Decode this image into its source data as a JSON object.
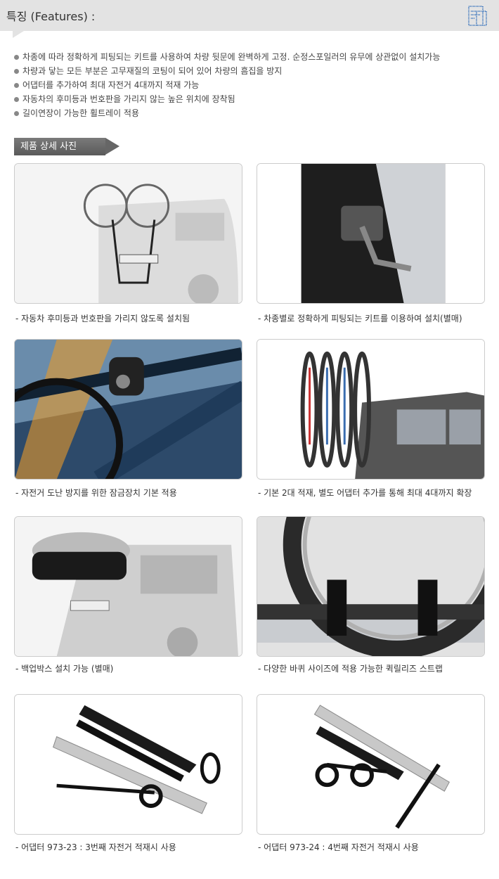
{
  "header": {
    "title": "특징 (Features) :",
    "icon": "document-icon"
  },
  "features": [
    "차종에 따라 정확하게 피팅되는 키트를 사용하여 차량 뒷문에 완벽하게 고정. 순정스포일러의 유무에 상관없이 설치가능",
    "차량과 닿는 모든 부분은 고무재질의 코팅이 되어 있어 차량의 흠집을 방지",
    "어댑터를 추가하여 최대 자전거 4대까지 적재 가능",
    "자동차의 후미등과 번호판을 가리지 않는 높은 위치에 장착됨",
    "길이연장이 가능한 휠트레이 적용"
  ],
  "section_tag": "제품 상세 사진",
  "photos": [
    {
      "caption": "- 자동차 후미등과 번호판을 가리지 않도록 설치됨"
    },
    {
      "caption": "- 차종별로 정확하게 피팅되는 키트를 이용하여 설치(별매)"
    },
    {
      "caption": "- 자전거 도난 방지를 위한 잠금장치 기본 적용"
    },
    {
      "caption": "- 기본 2대 적재, 별도 어댑터 추가를 통해 최대 4대까지 확장"
    },
    {
      "caption": "- 백업박스 설치 가능 (별매)"
    },
    {
      "caption": "- 다양한 바퀴 사이즈에 적용 가능한 퀵릴리즈 스트랩"
    },
    {
      "caption": "- 어댑터 973-23 : 3번째 자전거 적재시 사용"
    },
    {
      "caption": "- 어댑터 973-24 : 4번째 자전거 적재시 사용"
    }
  ]
}
